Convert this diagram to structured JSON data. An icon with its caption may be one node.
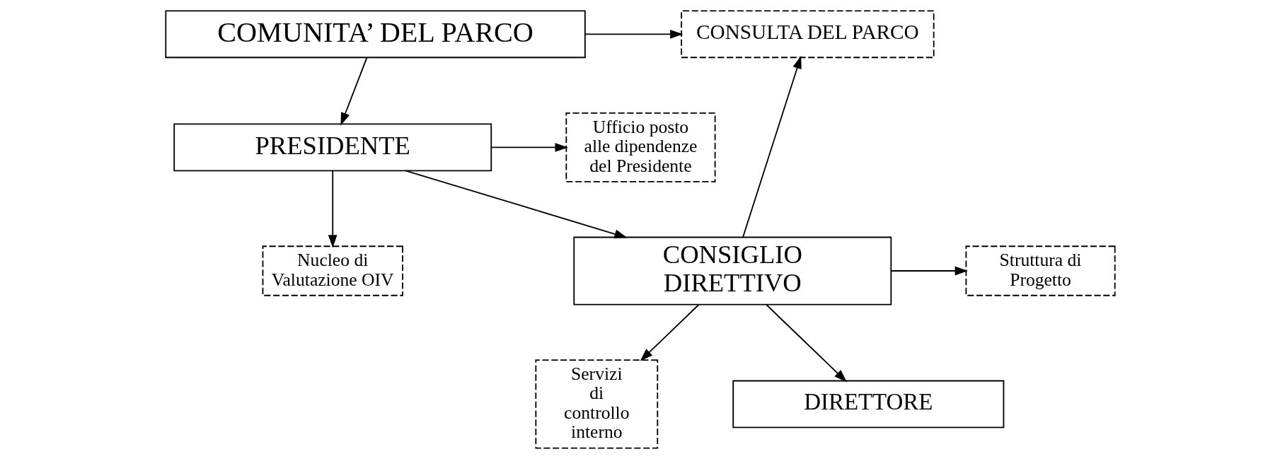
{
  "diagram": {
    "nodes": [
      {
        "text": [
          "CONSULTA DEL PARCO"
        ]
      },
      {
        "text": [
          "COMUNITA’ DEL PARCO"
        ]
      },
      {
        "text": [
          "PRESIDENTE"
        ]
      },
      {
        "text": [
          "Ufficio posto alle dipendenze del Presidente"
        ]
      },
      {
        "text": [
          "Struttura di Progetto"
        ]
      },
      {
        "text": [
          "CONSIGLIO DIRETTIVO"
        ]
      },
      {
        "text": [
          "Nucleo di Valutazione OIV"
        ]
      },
      {
        "text": [
          "Servizi di controllo interno"
        ]
      },
      {
        "text": [
          "DIRETTORE"
        ]
      }
    ],
    "edges": [
      {
        "from": 1,
        "to": 0,
        "arrow": "to"
      },
      {
        "from": 1,
        "to": 2,
        "arrow": "to"
      },
      {
        "from": 2,
        "to": 3,
        "arrow": "to"
      },
      {
        "from": 2,
        "to": 6,
        "arrow": "to"
      },
      {
        "from": 2,
        "to": 5,
        "arrow": "to"
      },
      {
        "from": 5,
        "to": 0,
        "arrow": "to"
      },
      {
        "from": 5,
        "to": 4,
        "arrow": "to"
      },
      {
        "from": 5,
        "to": 7,
        "arrow": "to"
      },
      {
        "from": 5,
        "to": 8,
        "arrow": "to"
      }
    ]
  }
}
